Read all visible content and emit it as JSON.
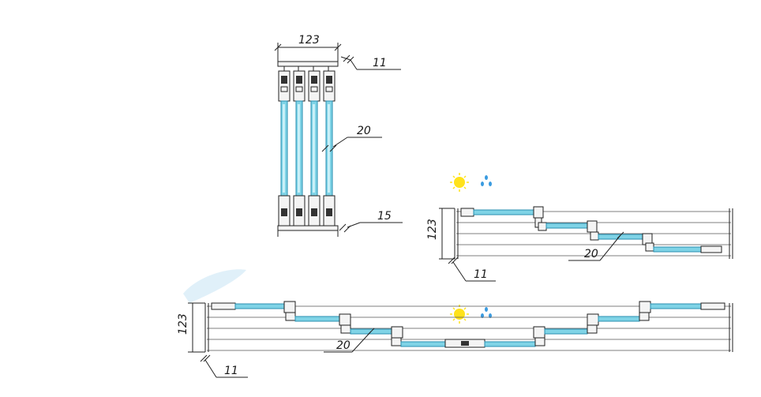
{
  "diagram": {
    "stack_view": {
      "width_label": "123",
      "gap_label": "11",
      "glass_label": "20",
      "bottom_label": "15"
    },
    "middle_view": {
      "depth_label": "123",
      "glass_label": "20",
      "gap_label": "11"
    },
    "bottom_view": {
      "depth_label": "123",
      "glass_label": "20",
      "gap_label": "11"
    },
    "icons": [
      "sun-icon",
      "rain-drops-icon"
    ],
    "colors": {
      "glass": "#7fd3e6",
      "glass_edge": "#2a8fb0",
      "sun": "#ffe21a",
      "rain": "#3a9be0",
      "line": "#222222"
    }
  }
}
